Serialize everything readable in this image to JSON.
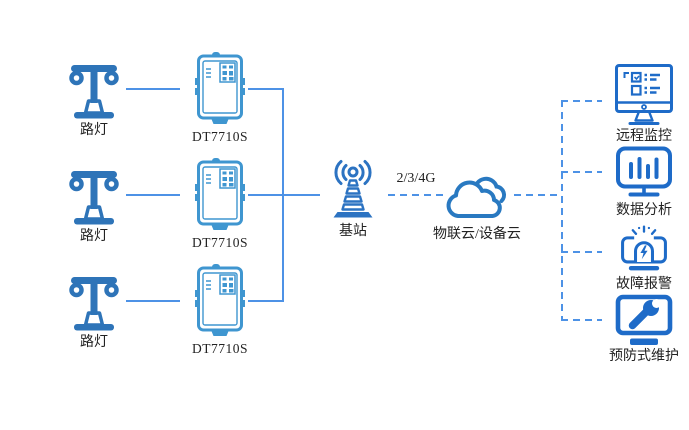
{
  "colors": {
    "streetlight": "#2E74B8",
    "device": "#3F96D0",
    "station": "#2C73C2",
    "cloud": "#2979C1",
    "service": "#1E6BC8",
    "line": "#4D92E6",
    "text": "#222222",
    "background": "#FFFFFF"
  },
  "rows": [
    {
      "light": "路灯",
      "device": "DT7710S"
    },
    {
      "light": "路灯",
      "device": "DT7710S"
    },
    {
      "light": "路灯",
      "device": "DT7710S"
    }
  ],
  "station": {
    "label": "基站"
  },
  "network": {
    "label": "2/3/4G"
  },
  "cloud": {
    "label": "物联云/设备云"
  },
  "services": [
    {
      "label": "远程监控",
      "icon": "monitor-checklist-icon"
    },
    {
      "label": "数据分析",
      "icon": "bar-chart-monitor-icon"
    },
    {
      "label": "故障报警",
      "icon": "alarm-siren-icon"
    },
    {
      "label": "预防式维护",
      "icon": "wrench-monitor-icon"
    }
  ]
}
